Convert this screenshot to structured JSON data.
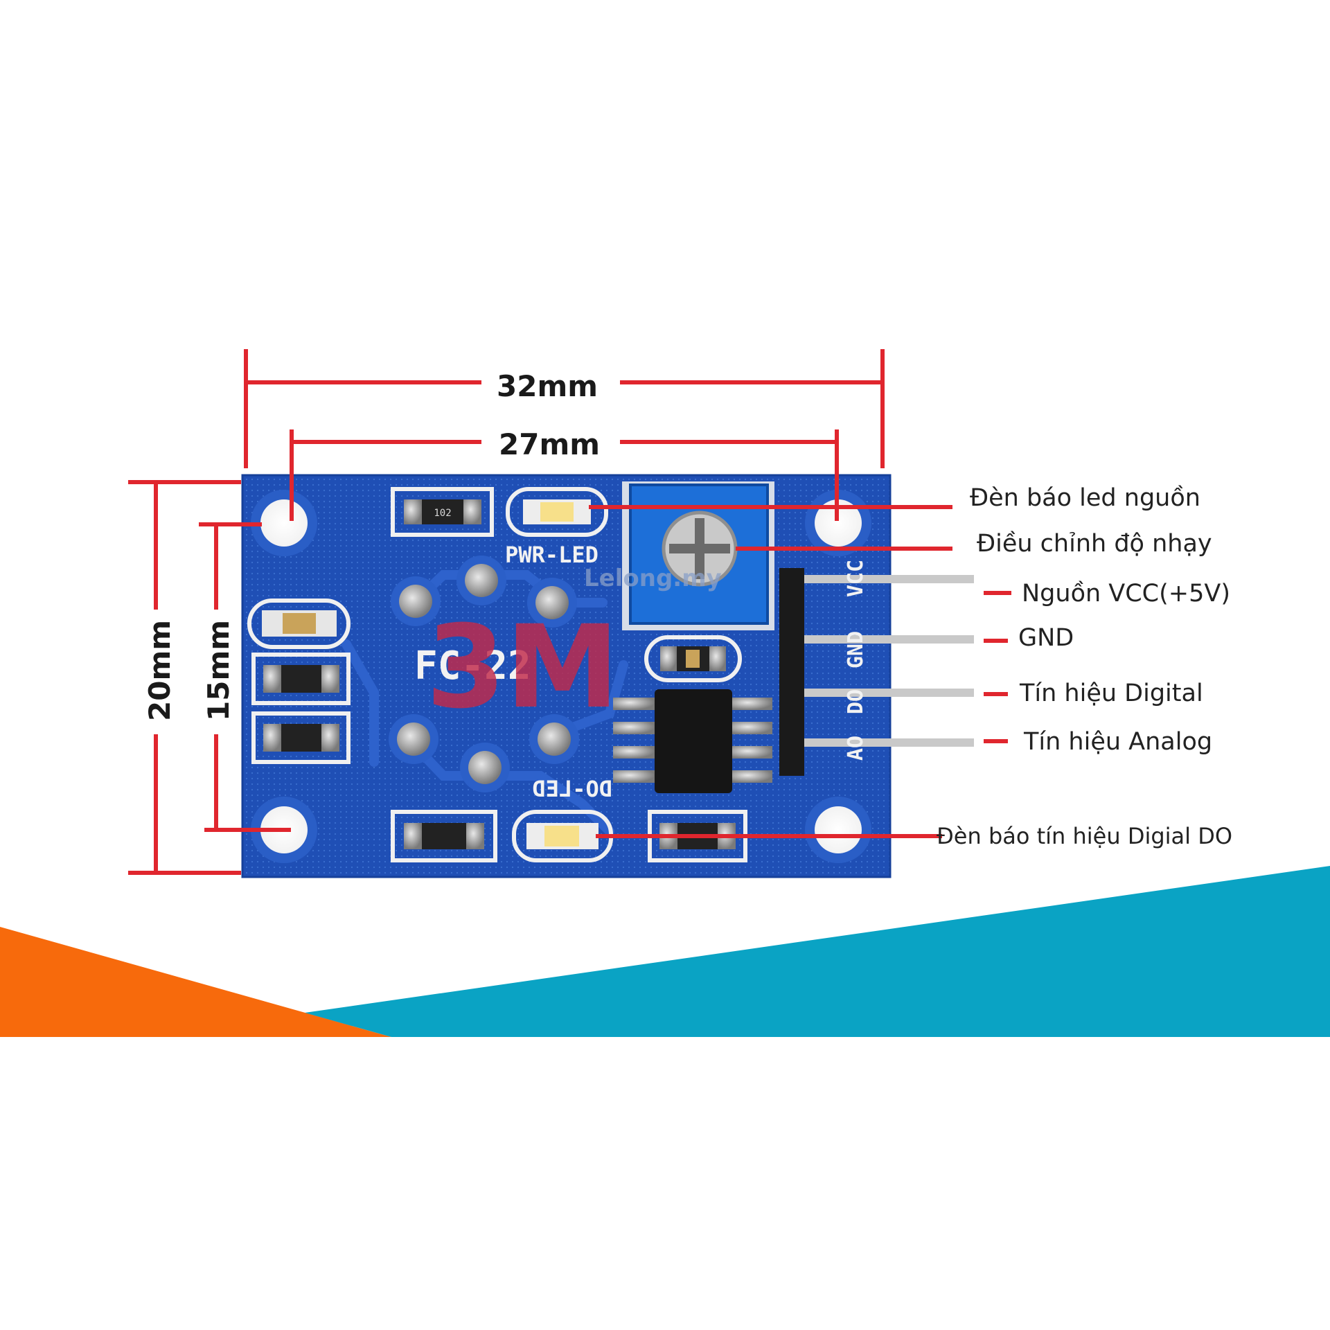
{
  "dimensions": {
    "width_outer": "32mm",
    "width_inner": "27mm",
    "height_outer": "20mm",
    "height_inner": "15mm"
  },
  "board": {
    "model": "FC-22",
    "pwr_led_label": "PWR-LED",
    "do_led_label": "DO-LED",
    "pins": [
      "VCC",
      "GND",
      "DO",
      "AO"
    ],
    "resistor_code": "102",
    "watermark": "3M",
    "brand_watermark": "Lelong.my"
  },
  "callouts": {
    "power_led": "Đèn báo led nguồn",
    "sensitivity": "Điều chỉnh độ nhạy",
    "vcc": "Nguồn VCC(+5V)",
    "gnd": "GND",
    "digital": "Tín hiệu Digital",
    "analog": "Tín hiệu Analog",
    "do_led": "Đèn báo tín hiệu Digial DO"
  },
  "colors": {
    "dimension_line": "#e0262e",
    "pcb": "#1f4fb5",
    "banner_orange": "#f76a0c",
    "banner_teal": "#0aa3c4"
  }
}
